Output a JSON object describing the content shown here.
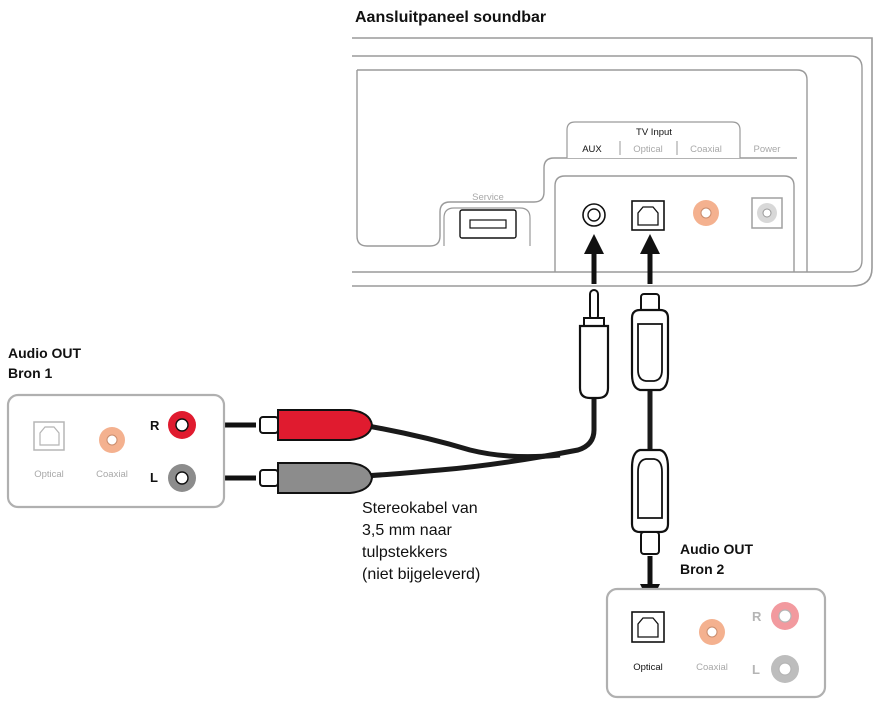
{
  "soundbar": {
    "title": "Aansluitpaneel soundbar",
    "service_label": "Service",
    "tv_input_label": "TV Input",
    "aux_label": "AUX",
    "optical_label": "Optical",
    "coaxial_label": "Coaxial",
    "power_label": "Power"
  },
  "source1": {
    "title_line1": "Audio OUT",
    "title_line2": "Bron 1",
    "optical_label": "Optical",
    "coaxial_label": "Coaxial",
    "r_label": "R",
    "l_label": "L"
  },
  "source2": {
    "title_line1": "Audio OUT",
    "title_line2": "Bron 2",
    "optical_label": "Optical",
    "coaxial_label": "Coaxial",
    "r_label": "R",
    "l_label": "L"
  },
  "cable_note": {
    "line1": "Stereokabel van",
    "line2": "3,5 mm naar",
    "line3": "tulpstekkers",
    "line4": "(niet bijgeleverd)"
  },
  "colors": {
    "rca_red": "#e01b2f",
    "rca_grey": "#8c8c8c",
    "coax_peach": "#f4b18f",
    "cable": "#1a1a1a",
    "outline": "#9a9a9a"
  }
}
